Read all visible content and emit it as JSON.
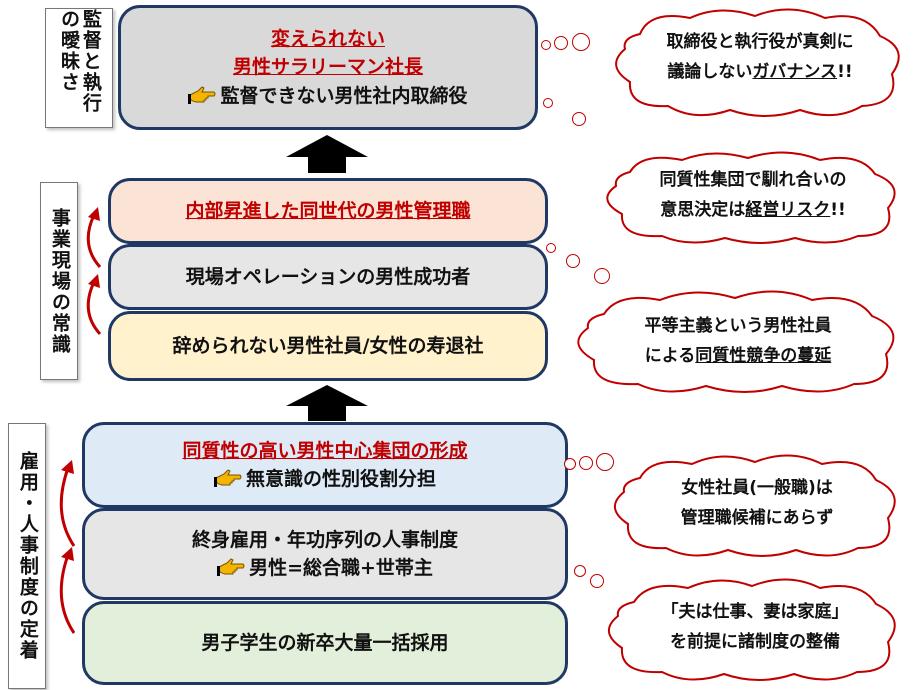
{
  "side_labels": {
    "top": "監督と執行の曖昧さ",
    "middle": "事業現場の常識",
    "bottom": "雇用・人事制度の定着"
  },
  "boxes": {
    "top": {
      "line1": "変えられない",
      "line2": "男性サラリーマン社長",
      "line3": "監督できない男性社内取締役"
    },
    "manager": "内部昇進した同世代の男性管理職",
    "operation": "現場オペレーションの男性成功者",
    "employee": "辞められない男性社員/女性の寿退社",
    "group": {
      "line1": "同質性の高い男性中心集団の形成",
      "line2": "無意識の性別役割分担"
    },
    "system": {
      "line1": "終身雇用・年功序列の人事制度",
      "line2": "男性=総合職+世帯主"
    },
    "hiring": "男子学生の新卒大量一括採用"
  },
  "clouds": {
    "c1": {
      "line1": "取締役と執行役が真剣に",
      "line2_pre": "議論しない",
      "line2_ul": "ガバナンス",
      "line2_post": "!!"
    },
    "c2": {
      "line1": "同質性集団で馴れ合いの",
      "line2_pre": "意思決定は",
      "line2_ul": "経営リスク",
      "line2_post": "!!"
    },
    "c3": {
      "line1": "平等主義という男性社員",
      "line2_pre": "による",
      "line2_ul": "同質性競争の蔓延",
      "line2_post": ""
    },
    "c4": {
      "line1": "女性社員(一般職)は",
      "line2_pre": "管理職候補にあらず",
      "line2_ul": "",
      "line2_post": ""
    },
    "c5": {
      "line1": "「夫は仕事、妻は家庭」",
      "line2_pre": "を前提に諸制度の整備",
      "line2_ul": "",
      "line2_post": ""
    }
  },
  "colors": {
    "border": "#1f3864",
    "accent_red": "#c00000",
    "top_fill": "#d9d9d9",
    "manager_fill": "#fbe4d5",
    "operation_fill": "#e7e6e6",
    "employee_fill": "#fff2cc",
    "group_fill": "#deebf7",
    "system_fill": "#e7e6e6",
    "hiring_fill": "#e2efda"
  },
  "icons": [
    "pointing-hand-icon",
    "up-arrow-icon",
    "curved-arrow-icon",
    "thought-cloud-icon"
  ]
}
